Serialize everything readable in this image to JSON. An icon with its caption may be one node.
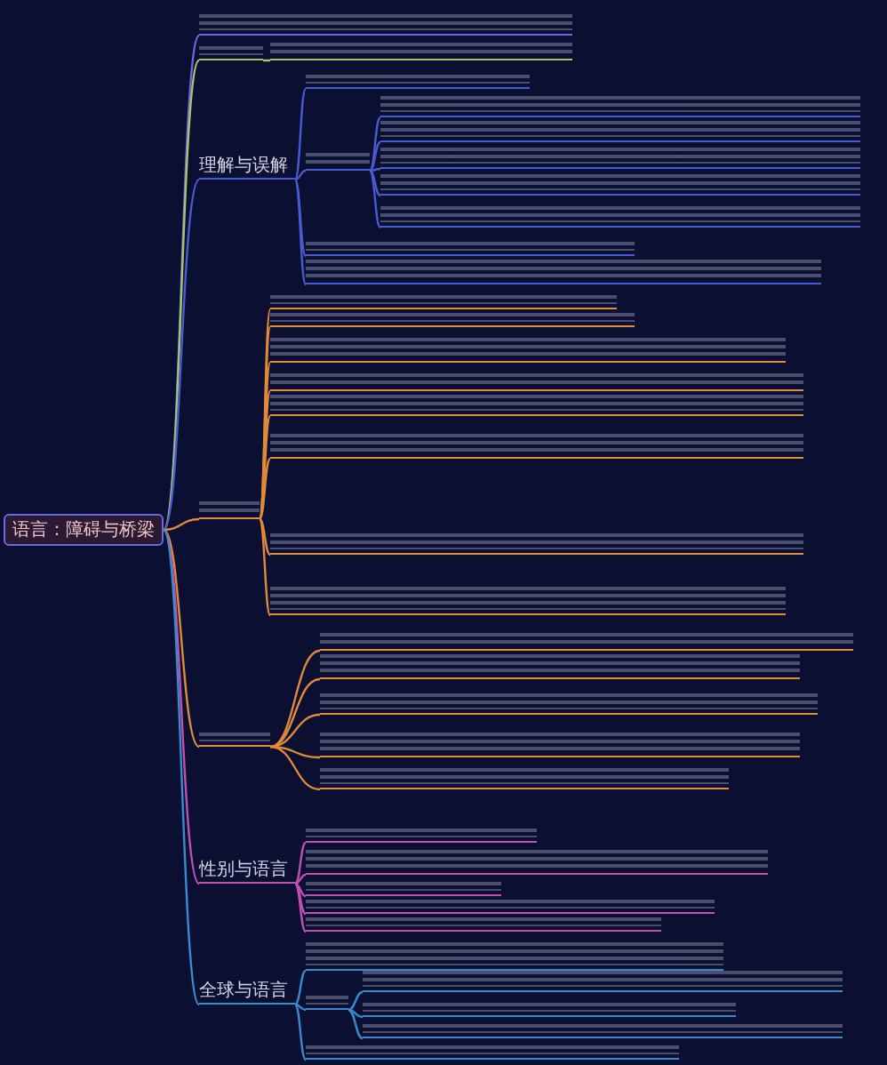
{
  "diagram": {
    "nodes": [
      {
        "text": [
          "语言：障碍与桥梁"
        ]
      },
      {
        "text": [],
        "shape": "bar"
      },
      {
        "text": [],
        "shape": "bar"
      },
      {
        "text": [],
        "shape": "bar"
      },
      {
        "text": [
          "理解与误解"
        ]
      },
      {
        "text": [],
        "shape": "bar"
      },
      {
        "text": [],
        "shape": "bar"
      },
      {
        "text": [],
        "shape": "bar"
      },
      {
        "text": [],
        "shape": "bar"
      },
      {
        "text": [],
        "shape": "bar"
      },
      {
        "text": [],
        "shape": "bar"
      },
      {
        "text": [],
        "shape": "bar"
      },
      {
        "text": [],
        "shape": "bar"
      },
      {
        "text": [],
        "shape": "bar"
      },
      {
        "text": [],
        "shape": "bar"
      },
      {
        "text": [],
        "shape": "bar"
      },
      {
        "text": [],
        "shape": "bar"
      },
      {
        "text": [],
        "shape": "bar"
      },
      {
        "text": [],
        "shape": "bar"
      },
      {
        "text": [],
        "shape": "bar"
      },
      {
        "text": [],
        "shape": "bar"
      },
      {
        "text": [],
        "shape": "bar"
      },
      {
        "text": [],
        "shape": "bar"
      },
      {
        "text": [],
        "shape": "bar"
      },
      {
        "text": [],
        "shape": "bar"
      },
      {
        "text": [],
        "shape": "bar"
      },
      {
        "text": [],
        "shape": "bar"
      },
      {
        "text": [],
        "shape": "bar"
      },
      {
        "text": [],
        "shape": "bar"
      },
      {
        "text": [
          "性别与语言"
        ]
      },
      {
        "text": [],
        "shape": "bar"
      },
      {
        "text": [],
        "shape": "bar"
      },
      {
        "text": [],
        "shape": "bar"
      },
      {
        "text": [],
        "shape": "bar"
      },
      {
        "text": [],
        "shape": "bar"
      },
      {
        "text": [
          "全球与语言"
        ]
      },
      {
        "text": [],
        "shape": "bar"
      },
      {
        "text": [],
        "shape": "bar"
      },
      {
        "text": [],
        "shape": "bar"
      },
      {
        "text": [],
        "shape": "bar"
      },
      {
        "text": [],
        "shape": "bar"
      },
      {
        "text": [],
        "shape": "bar"
      }
    ],
    "edges": [
      {
        "from": 0,
        "to": 1,
        "arrow": "none",
        "color": "#6a6ae0"
      },
      {
        "from": 0,
        "to": 2,
        "arrow": "none",
        "color": "#a8c46a"
      },
      {
        "from": 2,
        "to": 3,
        "arrow": "none",
        "color": "#a8c46a"
      },
      {
        "from": 0,
        "to": 4,
        "arrow": "none",
        "color": "#4a5ad0"
      },
      {
        "from": 4,
        "to": 5,
        "arrow": "none",
        "color": "#4a5ad0"
      },
      {
        "from": 4,
        "to": 6,
        "arrow": "none",
        "color": "#4a5ad0"
      },
      {
        "from": 6,
        "to": 7,
        "arrow": "none",
        "color": "#4a5ad0"
      },
      {
        "from": 6,
        "to": 8,
        "arrow": "none",
        "color": "#4a5ad0"
      },
      {
        "from": 6,
        "to": 9,
        "arrow": "none",
        "color": "#4a5ad0"
      },
      {
        "from": 6,
        "to": 10,
        "arrow": "none",
        "color": "#4a5ad0"
      },
      {
        "from": 6,
        "to": 11,
        "arrow": "none",
        "color": "#4a5ad0"
      },
      {
        "from": 4,
        "to": 12,
        "arrow": "none",
        "color": "#4a5ad0"
      },
      {
        "from": 4,
        "to": 13,
        "arrow": "none",
        "color": "#4a5ad0"
      },
      {
        "from": 0,
        "to": 14,
        "arrow": "none",
        "color": "#e08a3a"
      },
      {
        "from": 14,
        "to": 15,
        "arrow": "none",
        "color": "#e08a3a"
      },
      {
        "from": 14,
        "to": 16,
        "arrow": "none",
        "color": "#e08a3a"
      },
      {
        "from": 14,
        "to": 17,
        "arrow": "none",
        "color": "#e08a3a"
      },
      {
        "from": 14,
        "to": 18,
        "arrow": "none",
        "color": "#e08a3a"
      },
      {
        "from": 14,
        "to": 19,
        "arrow": "none",
        "color": "#e08a3a"
      },
      {
        "from": 14,
        "to": 20,
        "arrow": "none",
        "color": "#e08a3a"
      },
      {
        "from": 14,
        "to": 21,
        "arrow": "none",
        "color": "#e08a3a"
      },
      {
        "from": 14,
        "to": 22,
        "arrow": "none",
        "color": "#e08a3a"
      },
      {
        "from": 0,
        "to": 23,
        "arrow": "none",
        "color": "#e08a3a"
      },
      {
        "from": 23,
        "to": 24,
        "arrow": "none",
        "color": "#e08a3a"
      },
      {
        "from": 23,
        "to": 25,
        "arrow": "none",
        "color": "#e08a3a"
      },
      {
        "from": 23,
        "to": 26,
        "arrow": "none",
        "color": "#e08a3a"
      },
      {
        "from": 23,
        "to": 27,
        "arrow": "none",
        "color": "#e08a3a"
      },
      {
        "from": 23,
        "to": 28,
        "arrow": "none",
        "color": "#e08a3a"
      },
      {
        "from": 0,
        "to": 29,
        "arrow": "none",
        "color": "#c050b0"
      },
      {
        "from": 29,
        "to": 30,
        "arrow": "none",
        "color": "#c050b0"
      },
      {
        "from": 29,
        "to": 31,
        "arrow": "none",
        "color": "#c050b0"
      },
      {
        "from": 29,
        "to": 32,
        "arrow": "none",
        "color": "#c050b0"
      },
      {
        "from": 29,
        "to": 33,
        "arrow": "none",
        "color": "#c050b0"
      },
      {
        "from": 29,
        "to": 34,
        "arrow": "none",
        "color": "#c050b0"
      },
      {
        "from": 0,
        "to": 35,
        "arrow": "none",
        "color": "#3a8ad0"
      },
      {
        "from": 35,
        "to": 36,
        "arrow": "none",
        "color": "#3a8ad0"
      },
      {
        "from": 35,
        "to": 37,
        "arrow": "none",
        "color": "#3a8ad0"
      },
      {
        "from": 37,
        "to": 38,
        "arrow": "none",
        "color": "#3a8ad0"
      },
      {
        "from": 37,
        "to": 39,
        "arrow": "none",
        "color": "#3a8ad0"
      },
      {
        "from": 37,
        "to": 40,
        "arrow": "none",
        "color": "#3a8ad0"
      },
      {
        "from": 35,
        "to": 41,
        "arrow": "none",
        "color": "#3a8ad0"
      }
    ]
  }
}
